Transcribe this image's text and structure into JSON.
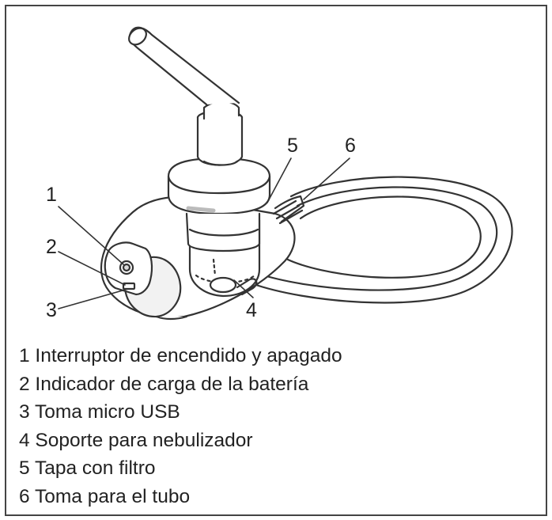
{
  "callouts": [
    "1",
    "2",
    "3",
    "4",
    "5",
    "6"
  ],
  "legend": [
    "1 Interruptor de encendido y apagado",
    "2 Indicador de carga de la batería",
    "3 Toma micro USB",
    "4 Soporte para nebulizador",
    "5 Tapa con filtro",
    "6 Toma para el tubo"
  ],
  "colors": {
    "line": "#333333",
    "shade": "#d9d9d9",
    "background": "#ffffff"
  }
}
